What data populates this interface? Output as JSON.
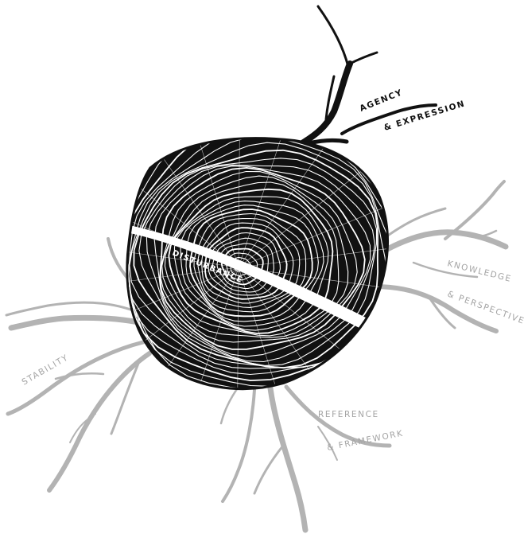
{
  "labels": {
    "agency": "AGENCY",
    "expression": "& EXPRESSION",
    "knowledge": "KNOWLEDGE",
    "perspective": "& PERSPECTIVE",
    "reference": "REFERENCE",
    "framework": "& FRAMEWORK",
    "stability": "STABILITY",
    "disturbance": "DISTURBANCE"
  },
  "colors": {
    "root_grey": "#b3b3b3",
    "label_grey": "#a3a3a3",
    "ink": "#111111",
    "paper": "#ffffff"
  }
}
